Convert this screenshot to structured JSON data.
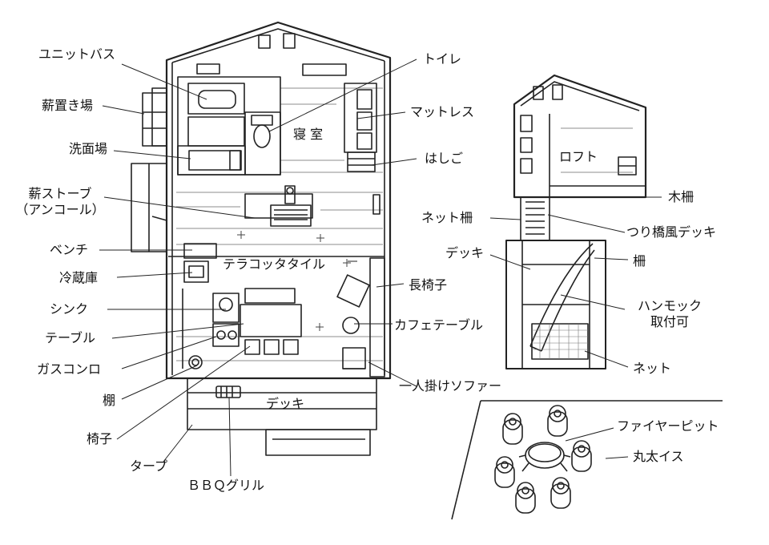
{
  "labels": {
    "unit_bath": "ユニットバス",
    "firewood": "薪置き場",
    "washroom": "洗面場",
    "stove_line1": "薪ストーブ",
    "stove_line2": "（アンコール）",
    "bench": "ベンチ",
    "fridge": "冷蔵庫",
    "sink": "シンク",
    "table": "テーブル",
    "gas_stove": "ガスコンロ",
    "shelf": "棚",
    "chair": "椅子",
    "tarp": "タープ",
    "bbq": "ＢＢＱグリル",
    "toilet": "トイレ",
    "mattress": "マットレス",
    "bedroom": "寝 室",
    "ladder": "はしご",
    "terracotta": "テラコッタタイル",
    "long_chair": "長椅子",
    "cafe_table": "カフェテーブル",
    "sofa": "一人掛けソファー",
    "deck": "デッキ",
    "loft": "ロフト",
    "wood_fence": "木柵",
    "net_fence": "ネット柵",
    "bridge_deck": "つり橋風デッキ",
    "deck2": "デッキ",
    "fence": "柵",
    "hammock_line1": "ハンモック",
    "hammock_line2": "取付可",
    "net": "ネット",
    "fire_pit": "ファイヤーピット",
    "log_stool": "丸太イス"
  }
}
